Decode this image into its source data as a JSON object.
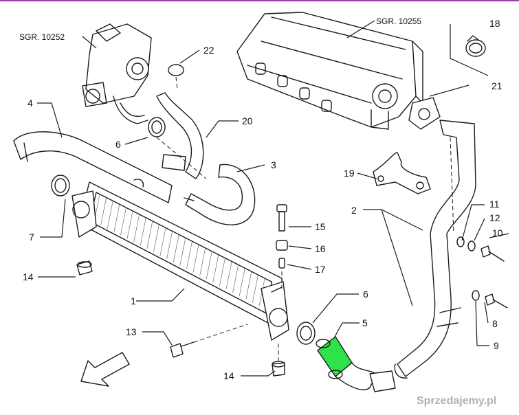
{
  "references": {
    "turbo": "SGR. 10252",
    "manifold": "SGR. 10255"
  },
  "labels": {
    "l1": "1",
    "l2": "2",
    "l3": "3",
    "l4": "4",
    "l5": "5",
    "l6a": "6",
    "l6b": "6",
    "l7": "7",
    "l8": "8",
    "l9": "9",
    "l10": "10",
    "l11": "11",
    "l12": "12",
    "l13": "13",
    "l14a": "14",
    "l14b": "14",
    "l15": "15",
    "l16": "16",
    "l17": "17",
    "l18": "18",
    "l19": "19",
    "l20": "20",
    "l21": "21",
    "l22": "22"
  },
  "watermark": "Sprzedajemy.pl",
  "colors": {
    "highlight": "#2ee24a",
    "top_border": "#9c3aa6",
    "line": "#1a1a1a"
  }
}
